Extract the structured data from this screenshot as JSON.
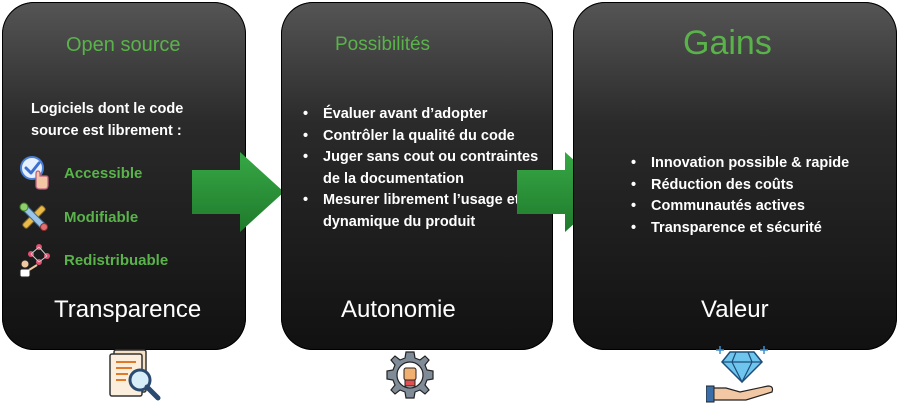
{
  "panels": [
    {
      "title": "Open source",
      "intro": "Logiciels dont le code source est librement :",
      "items": [
        {
          "label": "Accessible",
          "icon": "touch-check-icon"
        },
        {
          "label": "Modifiable",
          "icon": "tools-icon"
        },
        {
          "label": "Redistribuable",
          "icon": "distribution-icon"
        }
      ],
      "footer": "Transparence"
    },
    {
      "title": "Possibilités",
      "bullets": [
        "Évaluer avant d’adopter",
        " Contrôler la qualité du code",
        "Juger sans cout ou contraintes de la documentation",
        "Mesurer  librement l’usage et la dynamique du produit"
      ],
      "footer": "Autonomie"
    },
    {
      "title": "Gains",
      "bullets": [
        "Innovation possible & rapide",
        "Réduction des coûts",
        "Communautés actives",
        "Transparence et sécurité"
      ],
      "footer": "Valeur"
    }
  ],
  "bottom_icons": [
    "document-magnifier-icon",
    "gear-fist-icon",
    "diamond-hand-icon"
  ],
  "colors": {
    "accent_green": "#5ab34a",
    "arrow_green": "#2e9a3c",
    "panel_dark": "#111111"
  }
}
